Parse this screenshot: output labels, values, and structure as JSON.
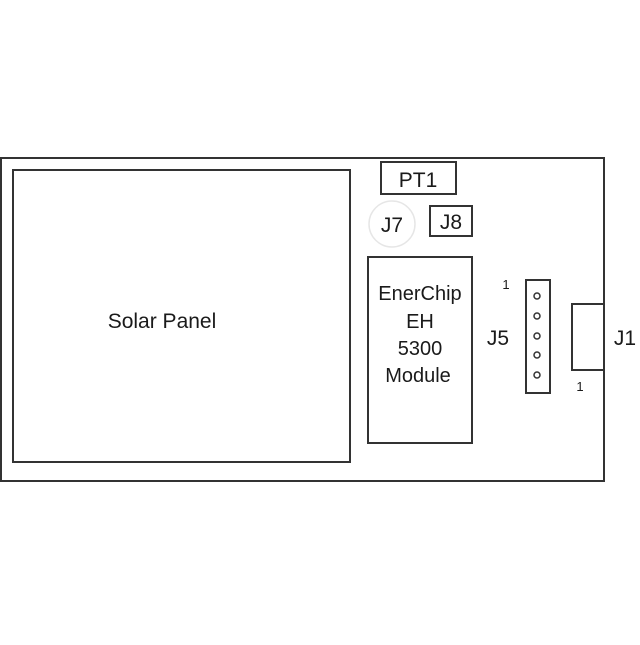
{
  "board": {
    "solar_panel": {
      "label": "Solar Panel"
    },
    "pt1": {
      "label": "PT1"
    },
    "j7": {
      "label": "J7"
    },
    "j8": {
      "label": "J8"
    },
    "module": {
      "line1": "EnerChip",
      "line2": "EH",
      "line3": "5300",
      "line4": "Module"
    },
    "j5": {
      "label": "J5",
      "pin1": "1"
    },
    "j1": {
      "label": "J1",
      "pin1": "1"
    }
  },
  "colors": {
    "stroke": "#333333",
    "text": "#1a1a1a",
    "j7_circle": "#e6e6e6"
  }
}
